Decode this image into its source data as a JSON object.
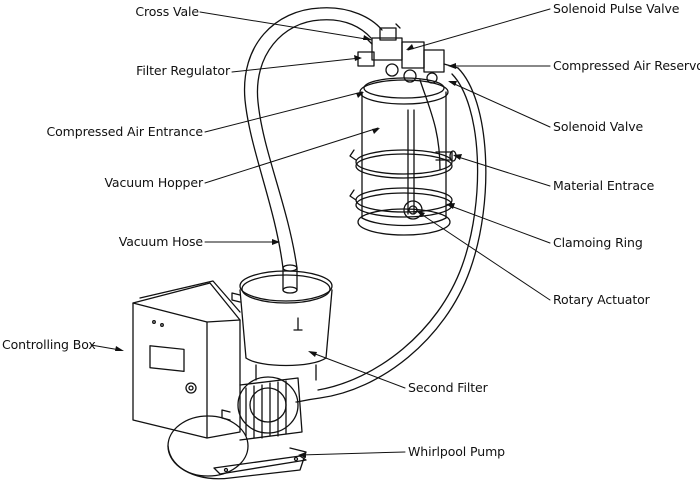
{
  "labels": {
    "cross_valve": "Cross Vale",
    "filter_regulator": "Filter Regulator",
    "compressed_air_entrance": "Compressed Air Entrance",
    "vacuum_hopper": "Vacuum Hopper",
    "vacuum_hose": "Vacuum Hose",
    "controlling_box": "Controlling Box",
    "solenoid_pulse_valve": "Solenoid Pulse Valve",
    "compressed_air_reservoir": "Compressed Air Reservoir",
    "solenoid_valve": "Solenoid Valve",
    "material_entrance": "Material Entrace",
    "clamping_ring": "Clamoing Ring",
    "rotary_actuator": "Rotary Actuator",
    "second_filter": "Second Filter",
    "whirlpool_pump": "Whirlpool Pump"
  },
  "colors": {
    "line": "#111111",
    "background": "#ffffff"
  }
}
